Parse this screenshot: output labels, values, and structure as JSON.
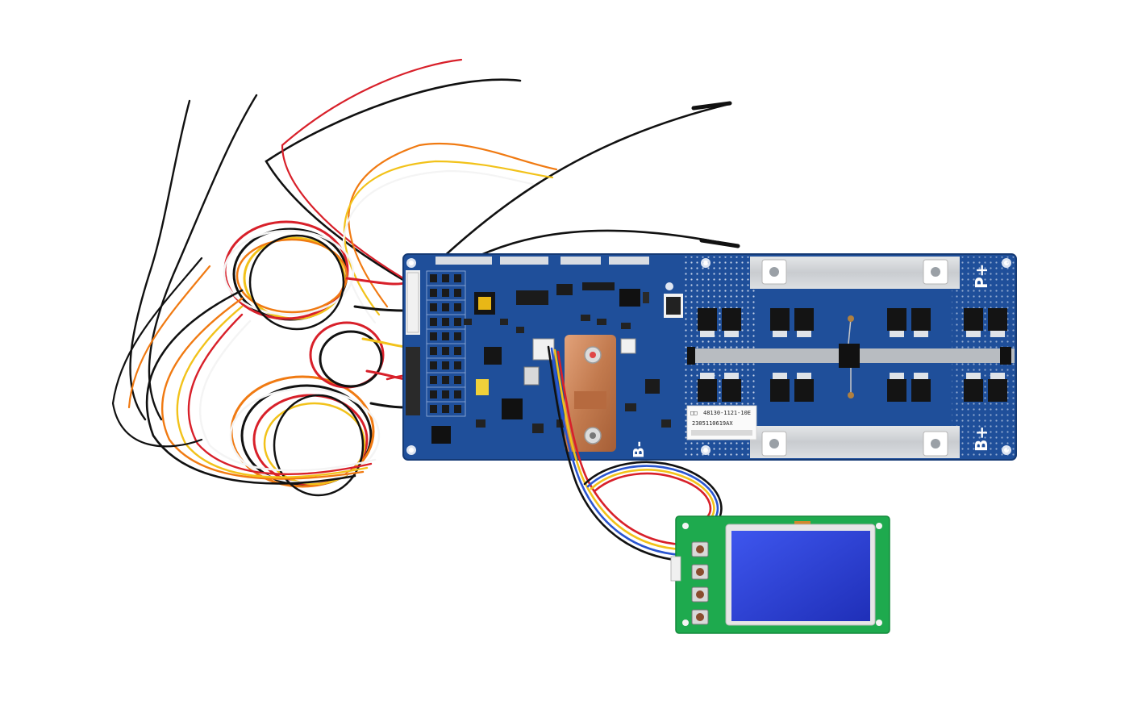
{
  "photo": {
    "subject": "",
    "background_color": "#ffffff"
  },
  "bms_board": {
    "pcb_color": "#1f4f9a",
    "silkscreen": {
      "p_plus": "P+",
      "b_plus": "B+",
      "b_minus": "B-"
    },
    "sticker": {
      "model": "48130-1121-10E",
      "serial": "2305110619AX",
      "maker_prefix": "□□"
    }
  },
  "display_module": {
    "pcb_color": "#1eaa4e",
    "lcd_color": "#2b3fd6",
    "button_count": 4
  },
  "wires": {
    "colors": [
      "#111111",
      "#d8202a",
      "#f07a12",
      "#f2c21a",
      "#f4f4f4",
      "#2a55d0"
    ]
  }
}
